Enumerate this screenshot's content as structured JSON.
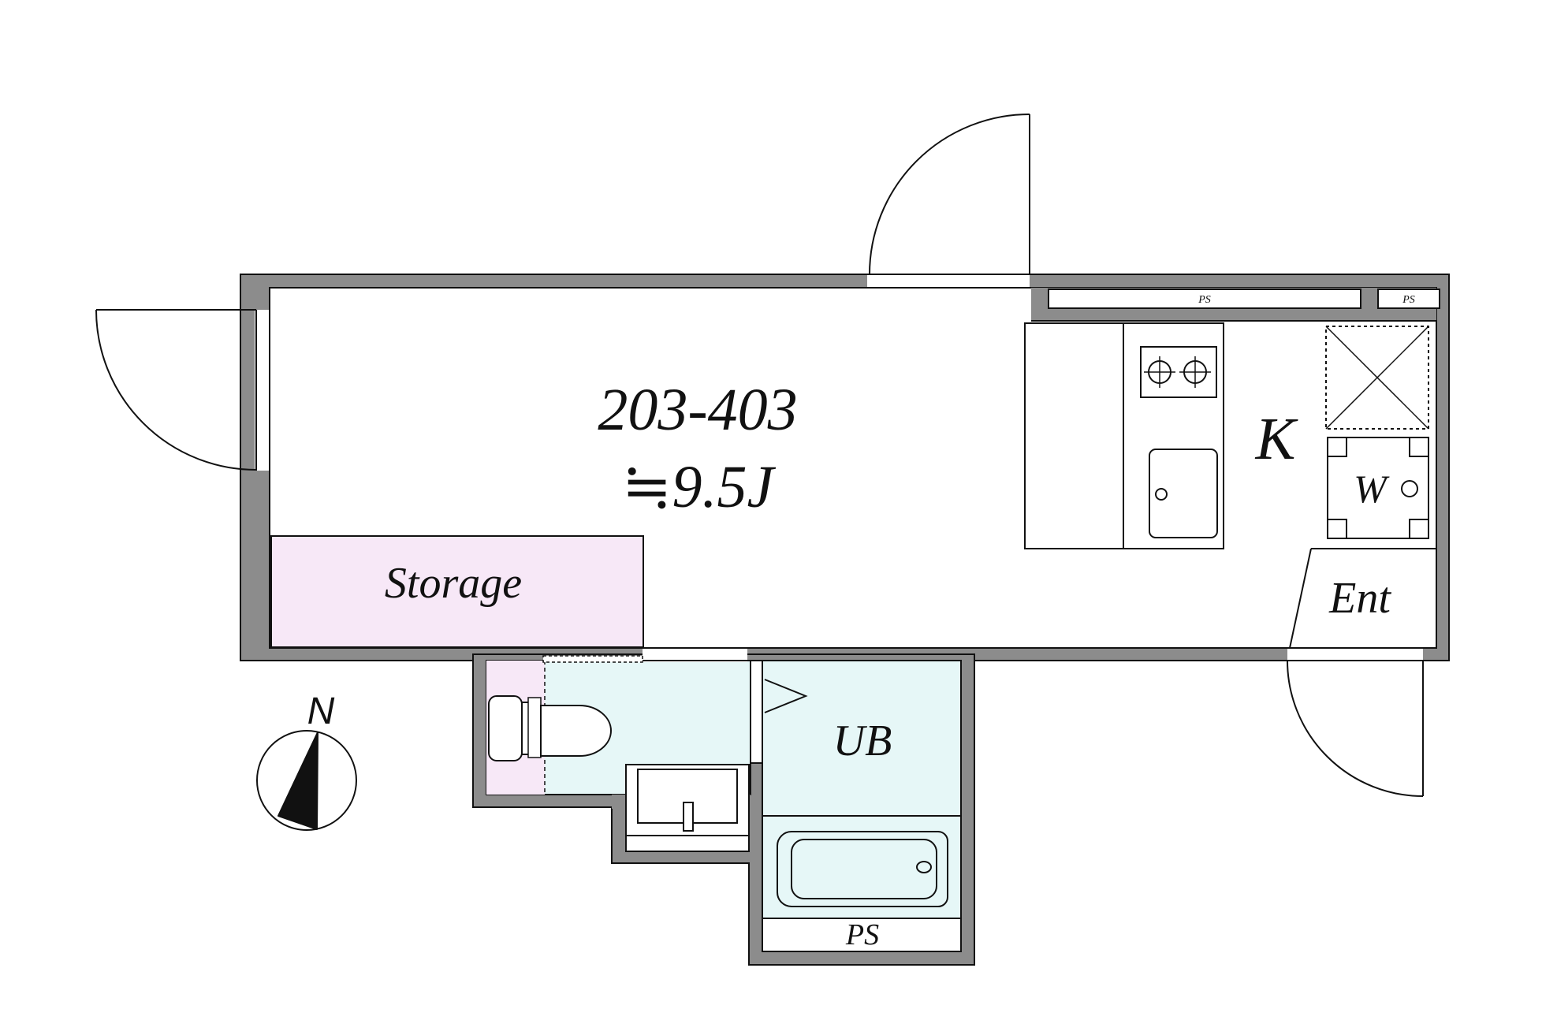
{
  "unit": {
    "number": "203-403",
    "area": "≒9.5J"
  },
  "rooms": {
    "storage": "Storage",
    "kitchen": "K",
    "washer": "W",
    "entrance": "Ent",
    "unit_bath": "UB",
    "ps_top_long": "PS",
    "ps_top_short": "PS",
    "ps_bath": "PS"
  },
  "compass": {
    "label": "N"
  },
  "colors": {
    "wall": "#8c8c8c",
    "storage_fill": "#f7e8f7",
    "toilet_fill": "#f7e8f7",
    "wet_area_fill": "#e6f7f7"
  }
}
